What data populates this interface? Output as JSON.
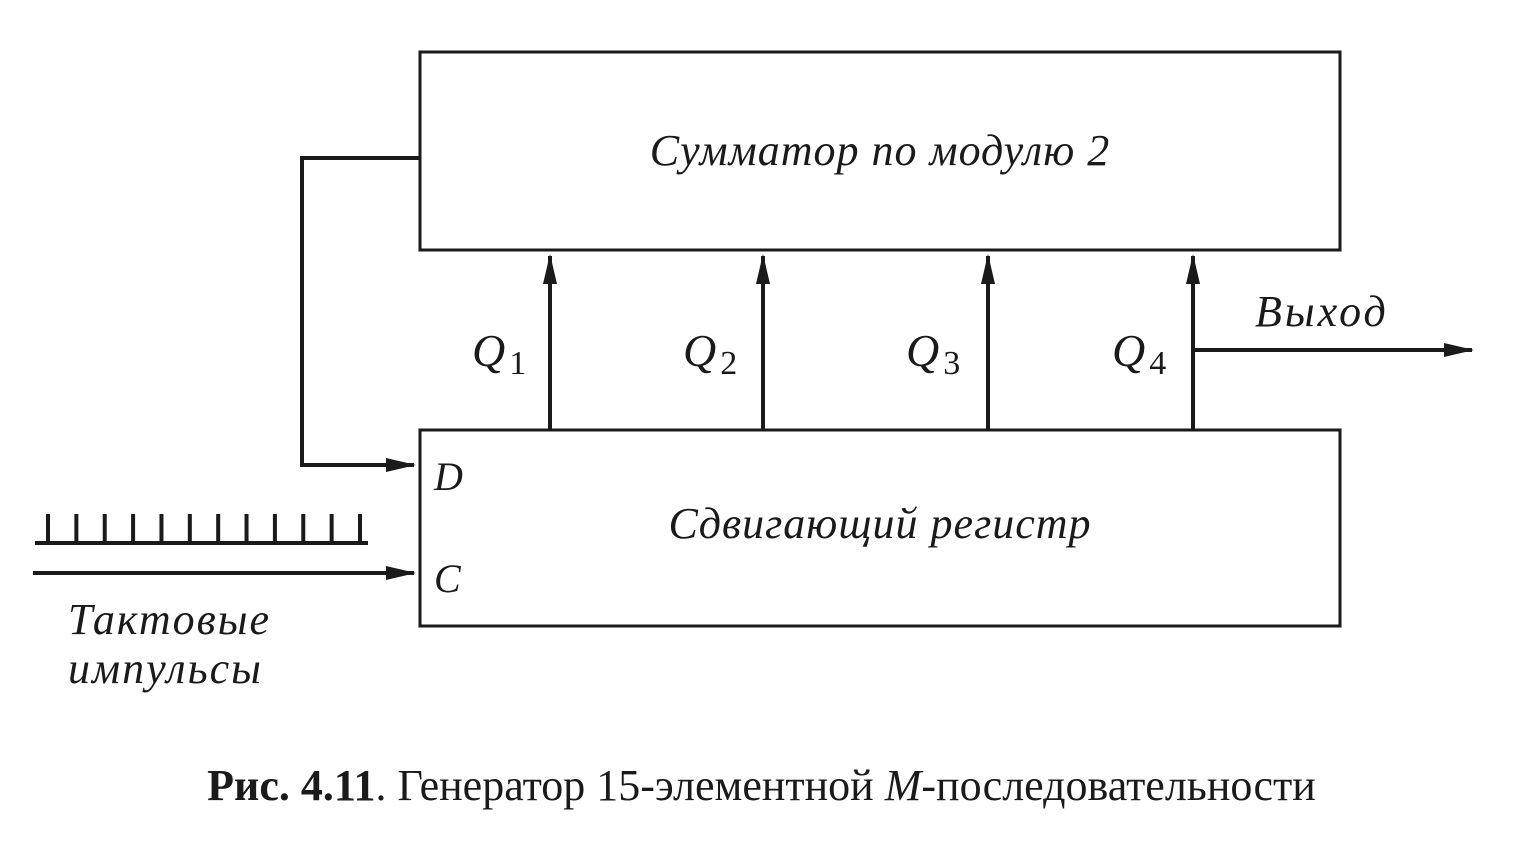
{
  "blocks": {
    "adder_label": "Сумматор по модулю 2",
    "register_label": "Сдвигающий регистр",
    "input_d": "D",
    "input_c": "C"
  },
  "outputs": {
    "q1": {
      "letter": "Q",
      "sub": "1"
    },
    "q2": {
      "letter": "Q",
      "sub": "2"
    },
    "q3": {
      "letter": "Q",
      "sub": "3"
    },
    "q4": {
      "letter": "Q",
      "sub": "4"
    },
    "output_label": "Выход"
  },
  "clock": {
    "line1": "Тактовые",
    "line2": "импульсы",
    "pulse_count": 12
  },
  "caption": {
    "number": "Рис. 4.11",
    "text_before": ". Генератор 15-элементной ",
    "italic": "M",
    "text_after": "-последовательности"
  }
}
